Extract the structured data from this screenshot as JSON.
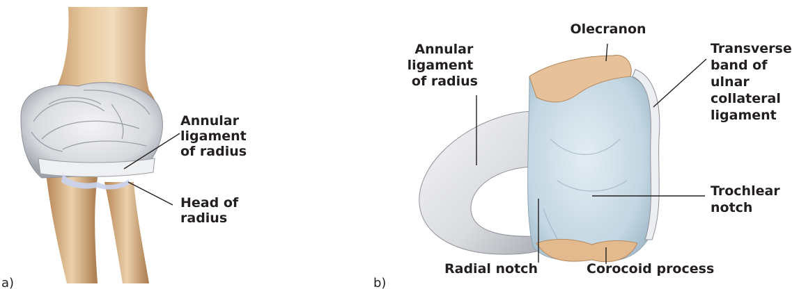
{
  "panel_a": {
    "panel_label": "a)",
    "labels": {
      "annular_ligament": [
        "Annular",
        "ligament",
        "of radius"
      ],
      "head_of_radius": [
        "Head of",
        "radius"
      ]
    }
  },
  "panel_b": {
    "panel_label": "b)",
    "labels": {
      "olecranon": [
        "Olecranon"
      ],
      "annular_ligament": [
        "Annular",
        "ligament",
        "of radius"
      ],
      "transverse_band": [
        "Transverse",
        "band of",
        "ulnar",
        "collateral",
        "ligament"
      ],
      "trochlear_notch": [
        "Trochlear",
        "notch"
      ],
      "radial_notch": [
        "Radial notch"
      ],
      "corocoid_process": [
        "Corocoid process"
      ]
    }
  }
}
